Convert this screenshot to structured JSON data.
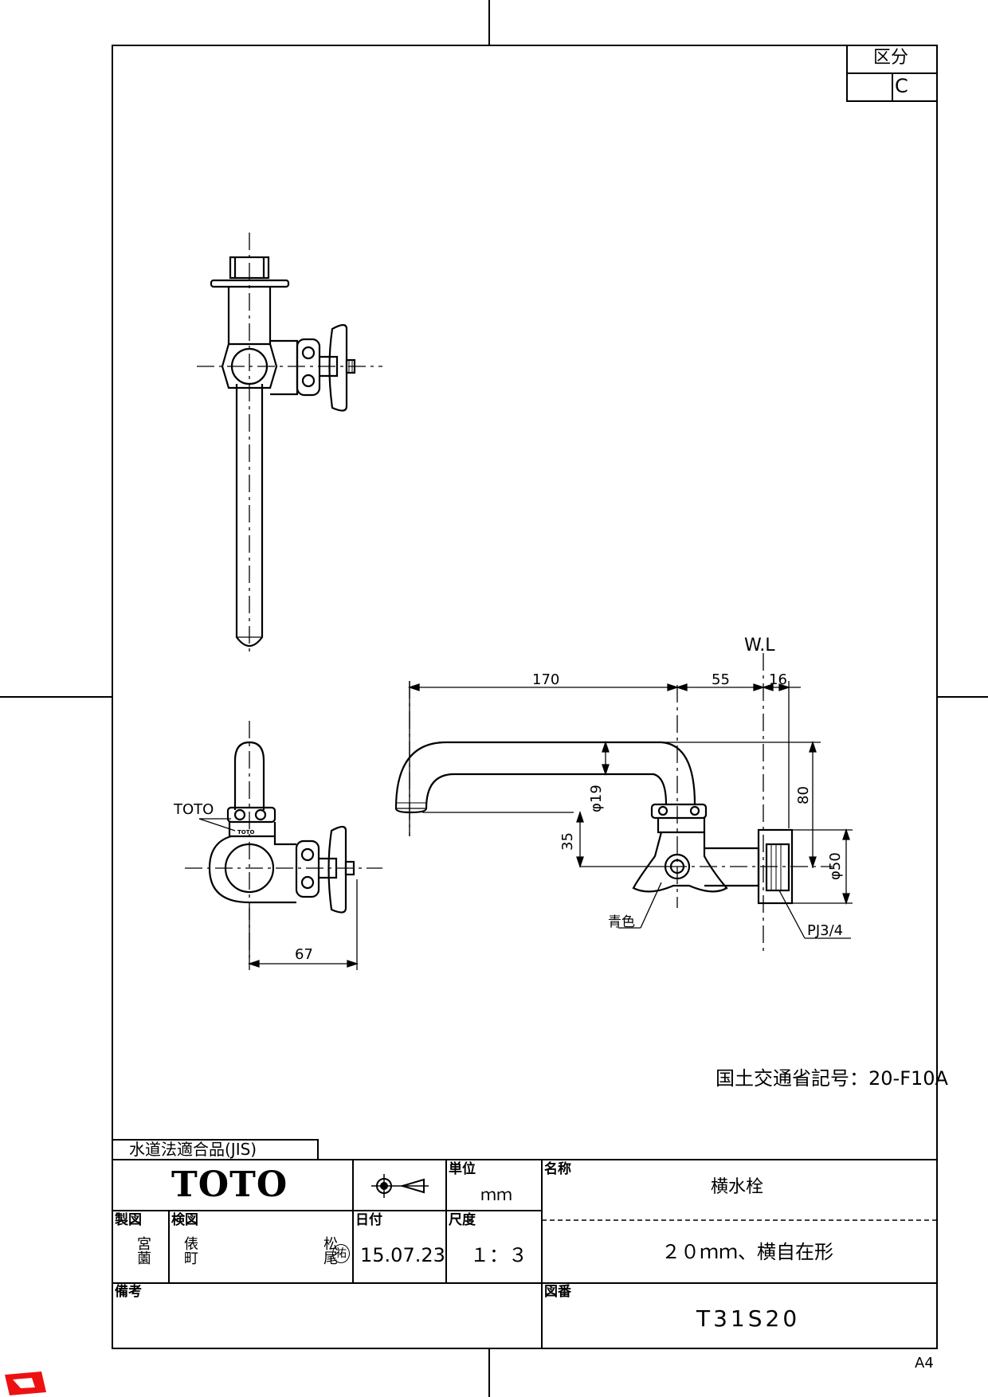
{
  "kubun": {
    "label": "区分",
    "value": "C"
  },
  "dimensions": {
    "d170": "170",
    "d55": "55",
    "d16": "16",
    "d80": "80",
    "d35": "35",
    "phi19": "φ19",
    "phi50": "φ50",
    "d67": "67",
    "wl": "W.L"
  },
  "callouts": {
    "toto_mark": "TOTO",
    "handle_color": "青色",
    "thread": "PJ3/4",
    "body_stamp": "TOTO"
  },
  "ministry_code": "国土交通省記号：20-F10A",
  "jis_note": "水道法適合品(JIS)",
  "title_block": {
    "logo": "TOTO",
    "unit_label": "単位",
    "unit_value": "ｍｍ",
    "name_label": "名称",
    "name_value": "横水栓",
    "drawn_label": "製図",
    "drawn_value": "宮薗",
    "checked_label": "検図",
    "checked_value_1": "俵町",
    "checked_value_2": "松尾",
    "approved_mark": "祐",
    "date_label": "日付",
    "date_value": "15.07.23",
    "scale_label": "尺度",
    "scale_value": "１：３",
    "spec_value": "２０ｍｍ、横自在形",
    "remarks_label": "備考",
    "drawing_no_label": "図番",
    "drawing_no_value": "T31S20"
  },
  "paper_size": "A4"
}
